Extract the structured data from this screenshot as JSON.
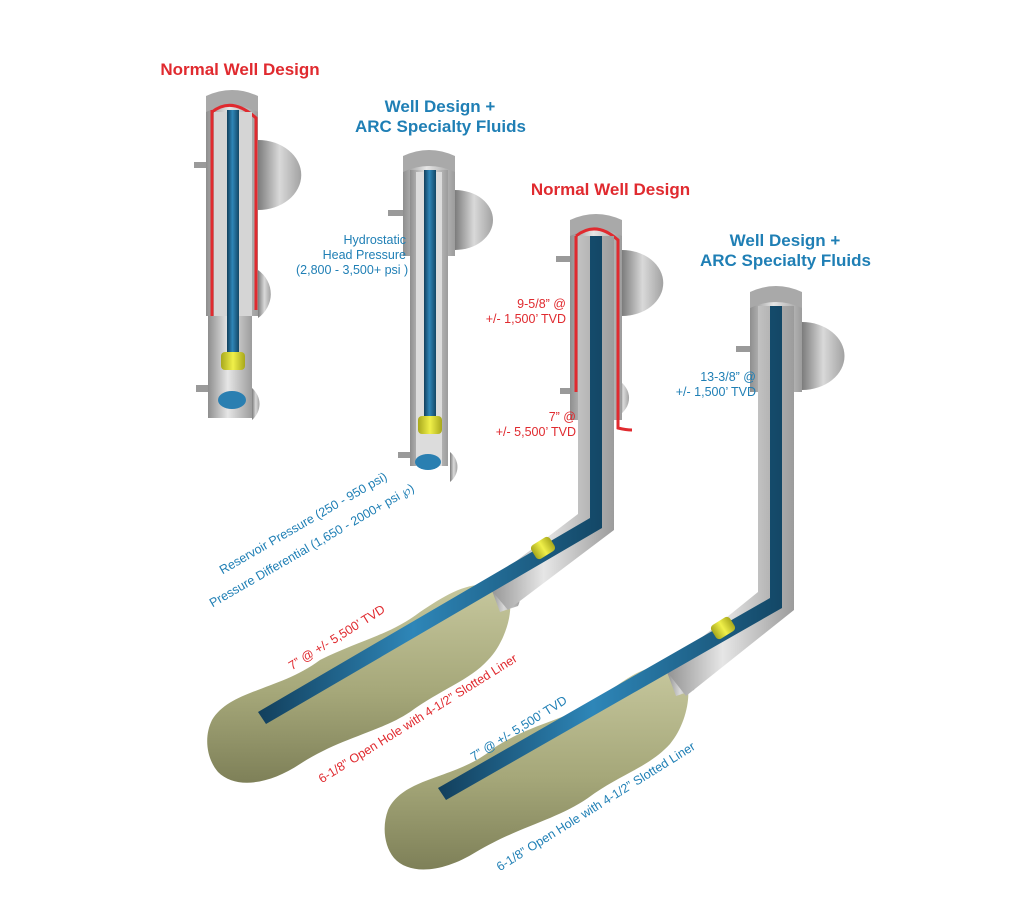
{
  "colors": {
    "red": "#e02a2f",
    "blue": "#1f7fb5",
    "tube": "#1d5d84",
    "steel": "#b9b9b9",
    "formation": "#a7a97c",
    "packer": "#d3d32c"
  },
  "wells": [
    {
      "title": "Normal Well Design"
    },
    {
      "title_line1": "Well Design +",
      "title_line2": "ARC Specialty Fluids",
      "hydrostatic_line1": "Hydrostatic",
      "hydrostatic_line2": "Head Pressure",
      "hydrostatic_line3": "(2,800 - 3,500+ psi )",
      "reservoir": "Reservoir Pressure (250 - 950 psi)",
      "differential": "Pressure Differential (1,650 - 2000+ psi ℘)"
    },
    {
      "title": "Normal Well Design",
      "casing1_line1": "9-5/8” @",
      "casing1_line2": "+/- 1,500’ TVD",
      "casing2_line1": "7” @",
      "casing2_line2": "+/- 5,500’ TVD",
      "lateral1": "7” @ +/- 5,500’ TVD",
      "lateral2": "6-1/8” Open Hole with 4-1/2” Slotted Liner"
    },
    {
      "title_line1": "Well Design +",
      "title_line2": "ARC Specialty Fluids",
      "casing1_line1": "13-3/8” @",
      "casing1_line2": "+/- 1,500’ TVD",
      "lateral1": "7” @ +/- 5,500’ TVD",
      "lateral2": "6-1/8” Open Hole with 4-1/2” Slotted Liner"
    }
  ]
}
